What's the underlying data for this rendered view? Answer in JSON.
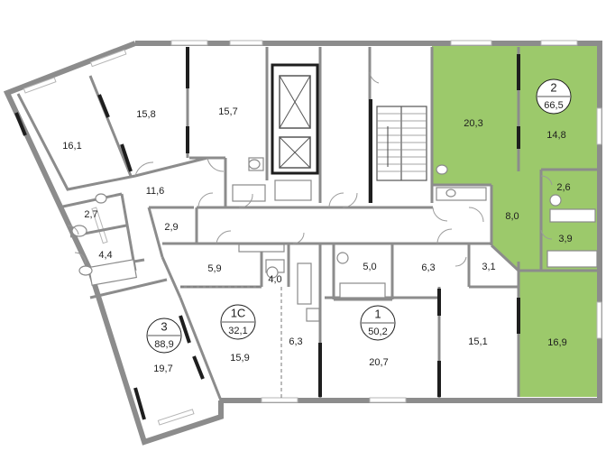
{
  "colors": {
    "highlight": "#9cc96b",
    "wall": "#8c8c8c",
    "text": "#1e1e1e"
  },
  "units": [
    {
      "id": "u3",
      "number": "3",
      "area": "88,9"
    },
    {
      "id": "u1c",
      "number": "1С",
      "area": "32,1"
    },
    {
      "id": "u1",
      "number": "1",
      "area": "50,2"
    },
    {
      "id": "u2",
      "number": "2",
      "area": "66,5"
    }
  ],
  "rooms": {
    "r161": "16,1",
    "r158": "15,8",
    "r157": "15,7",
    "r203": "20,3",
    "r148": "14,8",
    "r116": "11,6",
    "r27": "2,7",
    "r29": "2,9",
    "r44": "4,4",
    "r26": "2,6",
    "r80": "8,0",
    "r39": "3,9",
    "r59": "5,9",
    "r40": "4,0",
    "r50": "5,0",
    "r63a": "6,3",
    "r31": "3,1",
    "r197": "19,7",
    "r159": "15,9",
    "r63b": "6,3",
    "r207": "20,7",
    "r151": "15,1",
    "r169": "16,9"
  }
}
